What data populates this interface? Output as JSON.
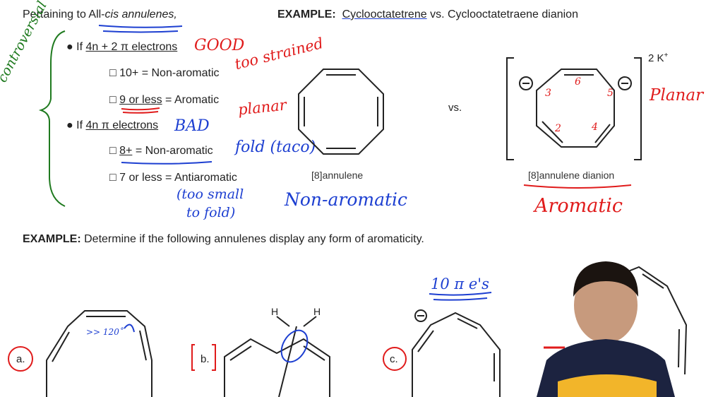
{
  "header": {
    "prefix": "Pertaining to All-",
    "cis": "cis",
    "annulenes": " annulenes,",
    "example_label": "EXAMPLE:",
    "example_compound": "Cyclooctatetrene",
    "example_vs": " vs. Cyclooctatetraene dianion"
  },
  "rules": {
    "rule1_prefix": "If ",
    "rule1_underlined": "4n + 2 π electrons",
    "rule1_sub1": "10+ = Non-aromatic",
    "rule1_sub2_underlined": "9 or less",
    "rule1_sub2_rest": " = Aromatic",
    "rule2_prefix": "If ",
    "rule2_underlined": "4n π electrons",
    "rule2_sub1_underlined": "8+",
    "rule2_sub1_rest": " = Non-aromatic",
    "rule2_sub2": "7 or less = Antiaromatic",
    "bullet": "●",
    "checkbox": "□"
  },
  "annotations": {
    "controversial": "controversial",
    "good": "GOOD",
    "too_strained": "too strained",
    "planar_small": "planar",
    "bad": "BAD",
    "fold_taco": "fold (taco)",
    "too_small_1": "(too small",
    "too_small_2": "to fold)",
    "non_aromatic": "Non-aromatic",
    "planar_big": "Planar",
    "aromatic": "Aromatic",
    "greater_120": ">> 120˚",
    "ten_pi": "10 π e's",
    "num_6": "6",
    "num_3": "3",
    "num_5": "5",
    "num_2": "2",
    "num_4": "4"
  },
  "molecules": {
    "annulene_caption": "[8]annulene",
    "dianion_caption": "[8]annulene dianion",
    "vs": "vs.",
    "counterion": "2 K",
    "plus": "+",
    "minus": "−"
  },
  "example2": {
    "label": "EXAMPLE:",
    "text": "  Determine if the following annulenes display any form of aromaticity.",
    "a": "a.",
    "b": "b.",
    "c": "c.",
    "H1": "H",
    "H2": "H"
  },
  "colors": {
    "red": "#e01b1b",
    "blue": "#1d3fd1",
    "green": "#1f7a1f",
    "shirt": "#1c2340",
    "shirt_print": "#f2b52a"
  }
}
